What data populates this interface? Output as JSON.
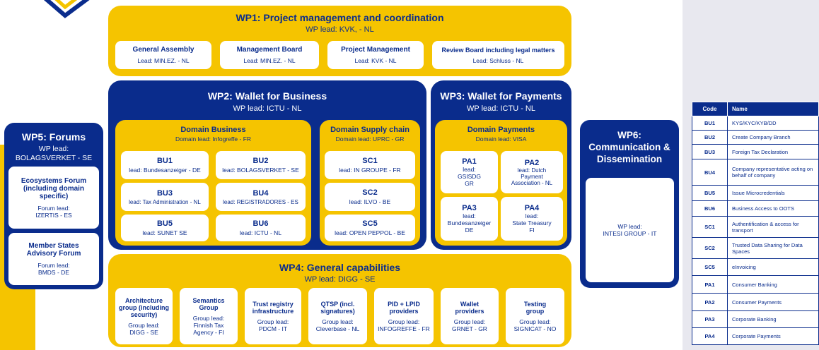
{
  "colors": {
    "navy": "#0a2c8c",
    "yellow": "#f5c400",
    "light_panel": "#e8e8ef"
  },
  "wp1": {
    "title": "WP1: Project management and coordination",
    "lead": "WP lead: KVK, - NL",
    "boxes": [
      {
        "name": "General Assembly",
        "lead": "Lead: MIN.EZ. - NL"
      },
      {
        "name": "Management Board",
        "lead": "Lead: MIN.EZ. - NL"
      },
      {
        "name": "Project Management",
        "lead": "Lead: KVK - NL"
      },
      {
        "name": "Review Board including legal matters",
        "lead": "Lead: Schluss - NL"
      }
    ]
  },
  "wp2": {
    "title": "WP2: Wallet for Business",
    "lead": "WP lead: ICTU -  NL",
    "domain_business": {
      "title": "Domain Business",
      "lead": "Domain lead: Infogreffe - FR"
    },
    "domain_supply": {
      "title": "Domain Supply chain",
      "lead": "Domain lead: UPRC - GR"
    },
    "bu": [
      {
        "code": "BU1",
        "lead": "lead: Bundesanzeiger - DE"
      },
      {
        "code": "BU2",
        "lead": "lead: BOLAGSVERKET - SE"
      },
      {
        "code": "BU3",
        "lead": "lead: Tax Administration - NL"
      },
      {
        "code": "BU4",
        "lead": "lead: REGISTRADORES - ES"
      },
      {
        "code": "BU5",
        "lead": "lead: SUNET SE"
      },
      {
        "code": "BU6",
        "lead": "lead: ICTU - NL"
      }
    ],
    "sc": [
      {
        "code": "SC1",
        "lead": "lead: IN GROUPE - FR"
      },
      {
        "code": "SC2",
        "lead": "lead: ILVO - BE"
      },
      {
        "code": "SC5",
        "lead": "lead: OPEN PEPPOL - BE"
      }
    ]
  },
  "wp3": {
    "title": "WP3: Wallet for Payments",
    "lead": "WP lead: ICTU -  NL",
    "domain": {
      "title": "Domain Payments",
      "lead": "Domain lead: VISA"
    },
    "pa": [
      {
        "code": "PA1",
        "lead1": "lead:",
        "lead2": "GSISDG",
        "lead3": "GR"
      },
      {
        "code": "PA2",
        "lead1": "lead: Dutch",
        "lead2": "Payment",
        "lead3": "Association - NL"
      },
      {
        "code": "PA3",
        "lead1": "lead:",
        "lead2": "Bundesanzeiger",
        "lead3": "DE"
      },
      {
        "code": "PA4",
        "lead1": "lead:",
        "lead2": "State Treasury",
        "lead3": "FI"
      }
    ]
  },
  "wp4": {
    "title": "WP4: General capabilities",
    "lead": "WP lead: DIGG -  SE",
    "groups": [
      {
        "name": "Architecture group (including security)",
        "lead": "Group lead: DIGG - SE"
      },
      {
        "name": "Semantics Group",
        "lead": "Group lead: Finnish Tax Agency - FI"
      },
      {
        "name": "Trust registry infrastructure",
        "lead": "Group lead: PDCM - IT"
      },
      {
        "name": "QTSP (incl. signatures)",
        "lead": "Group lead: Cleverbase - NL"
      },
      {
        "name": "PID + LPID providers",
        "lead": "Group lead: INFOGREFFE - FR"
      },
      {
        "name": "Wallet providers",
        "lead": "Group lead: GRNET - GR"
      },
      {
        "name": "Testing group",
        "lead": "Group lead: SIGNICAT - NO"
      }
    ]
  },
  "wp5": {
    "title": "WP5: Forums",
    "lead1": "WP lead:",
    "lead2": "BOLAGSVERKET - SE",
    "forums": [
      {
        "name": "Ecosystems Forum (including domain specific)",
        "lead1": "Forum lead:",
        "lead2": "IZERTIS - ES"
      },
      {
        "name": "Member States Advisory Forum",
        "lead1": "Forum lead:",
        "lead2": "BMDS - DE"
      }
    ]
  },
  "wp6": {
    "title": "WP6: Communication & Dissemination",
    "lead1": "WP lead:",
    "lead2": "INTESI GROUP - IT"
  },
  "table": {
    "headers": [
      "Code",
      "Name"
    ],
    "rows": [
      {
        "code": "BU1",
        "name": "KYS/KYC/KYB/DD"
      },
      {
        "code": "BU2",
        "name": "Create Company Branch"
      },
      {
        "code": "BU3",
        "name": "Foreign Tax Declaration"
      },
      {
        "code": "BU4",
        "name": "Company representative acting on behalf of company"
      },
      {
        "code": "BU5",
        "name": "Issue Microcredentials"
      },
      {
        "code": "BU6",
        "name": "Business Access to OOTS"
      },
      {
        "code": "SC1",
        "name": "Authentification & access for transport"
      },
      {
        "code": "SC2",
        "name": "Trusted Data Sharing for Data Spaces"
      },
      {
        "code": "SC5",
        "name": "eInvoicing"
      },
      {
        "code": "PA1",
        "name": "Consumer Banking"
      },
      {
        "code": "PA2",
        "name": "Consumer Payments"
      },
      {
        "code": "PA3",
        "name": "Corporate Banking"
      },
      {
        "code": "PA4",
        "name": "Corporate Payments"
      }
    ]
  }
}
